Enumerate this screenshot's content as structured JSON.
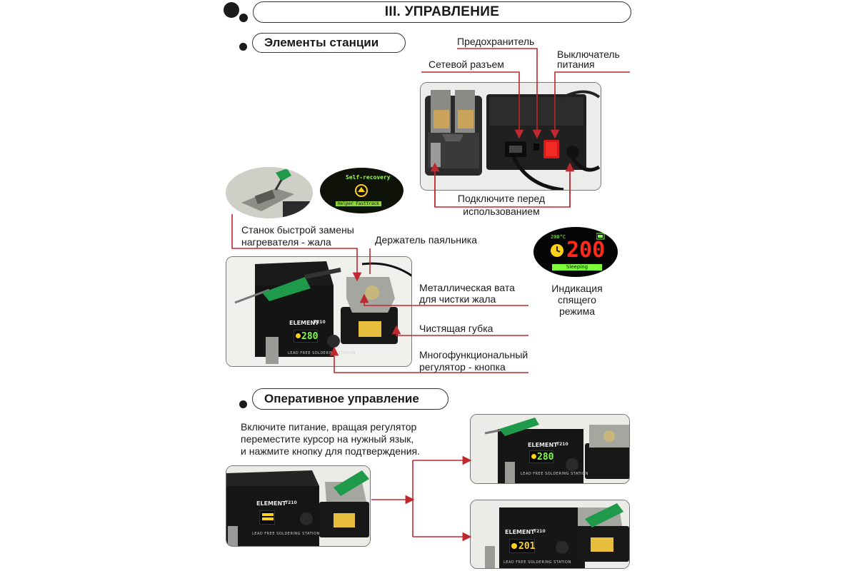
{
  "header": {
    "title": "III. УПРАВЛЕНИЕ"
  },
  "section1": {
    "title": "Элементы станции",
    "labels": {
      "fuse": "Предохранитель",
      "power_socket": "Сетевой разъем",
      "power_switch_l1": "Выключатель",
      "power_switch_l2": "питания",
      "connect_l1": "Подключите перед",
      "connect_l2": "использованием",
      "quick_change_l1": "Станок быстрой замены",
      "quick_change_l2": "нагревателя - жала",
      "holder": "Держатель паяльника",
      "wool_l1": "Металлическая вата",
      "wool_l2": "для чистки жала",
      "sponge": "Чистящая губка",
      "knob_l1": "Многофункциональный",
      "knob_l2": "регулятор - кнопка",
      "sleep_l1": "Индикация",
      "sleep_l2": "спящего",
      "sleep_l3": "режима"
    },
    "oled_self_recovery": {
      "line1": "Self-recovery",
      "line2": "Helper Fasttrack"
    },
    "oled_sleep": {
      "temp": "200",
      "small": "200°C",
      "status": "Sleeping"
    },
    "station_display": {
      "brand": "ELEMENT",
      "model": "T210",
      "temp": "280",
      "footer": "LEAD FREE SOLDERING STATION"
    }
  },
  "section2": {
    "title": "Оперативное управление",
    "instruction_l1": "Включите питание, вращая регулятор",
    "instruction_l2": "переместите курсор на нужный язык,",
    "instruction_l3": "и нажмите кнопку для подтверждения.",
    "photo_left": {
      "brand": "ELEMENT",
      "model": "T210",
      "footer": "LEAD FREE SOLDERING STATION"
    },
    "photo_top": {
      "brand": "ELEMENT",
      "model": "T210",
      "temp": "280",
      "footer": "LEAD FREE SOLDERING STATION"
    },
    "photo_bottom": {
      "brand": "ELEMENT",
      "model": "T210",
      "temp": "201",
      "footer": "LEAD FREE SOLDERING STATION"
    }
  },
  "colors": {
    "accent_line": "#c0282f",
    "oled_green": "#7cff3a",
    "oled_red": "#ff2a1a",
    "oled_yellow": "#ffd21a",
    "metal": "#9a9a96",
    "grip_green": "#1f9a4b"
  }
}
